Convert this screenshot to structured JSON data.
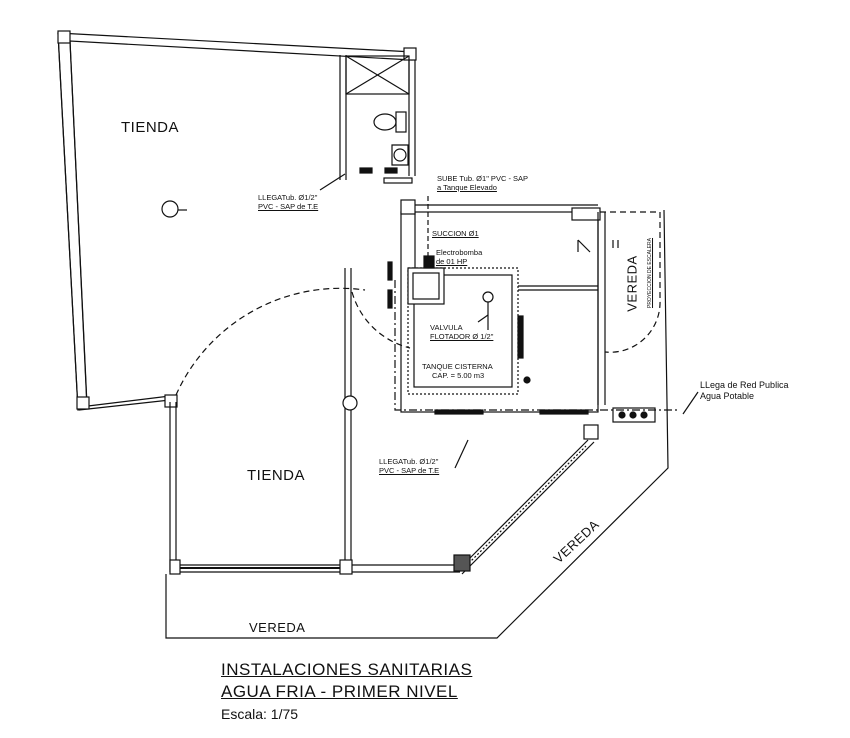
{
  "labels": {
    "room_top": "TIENDA",
    "room_bottom": "TIENDA",
    "vereda_bottom": "VEREDA",
    "vereda_diag": "VEREDA",
    "vereda_right": "VEREDA",
    "llegada_top_1": "LLEGATub. Ø1/2\"",
    "llegada_top_2": "PVC - SAP de T.E",
    "sube_1": "SUBE Tub. Ø1\" PVC - SAP",
    "sube_2": "a Tanque Elevado",
    "succion": "SUCCION Ø1",
    "electrobomba_1": "Electrobomba",
    "electrobomba_2": "de 01 HP",
    "valvula_1": "VALVULA",
    "valvula_2": "FLOTADOR Ø 1/2\"",
    "tanque_1": "TANQUE CISTERNA",
    "tanque_2": "CAP. = 5.00 m3",
    "llegada_mid_1": "LLEGATub. Ø1/2\"",
    "llegada_mid_2": "PVC - SAP de T.E",
    "red_publica_1": "LLega de Red Publica",
    "red_publica_2": "Agua Potable",
    "proyeccion": "PROYECCION DE ESCALERA"
  },
  "title": {
    "line1": "INSTALACIONES SANITARIAS",
    "line2": "AGUA FRIA - PRIMER NIVEL",
    "scale": "Escala: 1/75"
  }
}
